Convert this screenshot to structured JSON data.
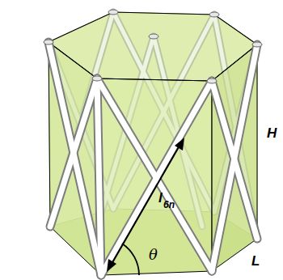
{
  "diagram": {
    "labels": [
      "H",
      "L",
      "l",
      "6n",
      "θ"
    ]
  }
}
